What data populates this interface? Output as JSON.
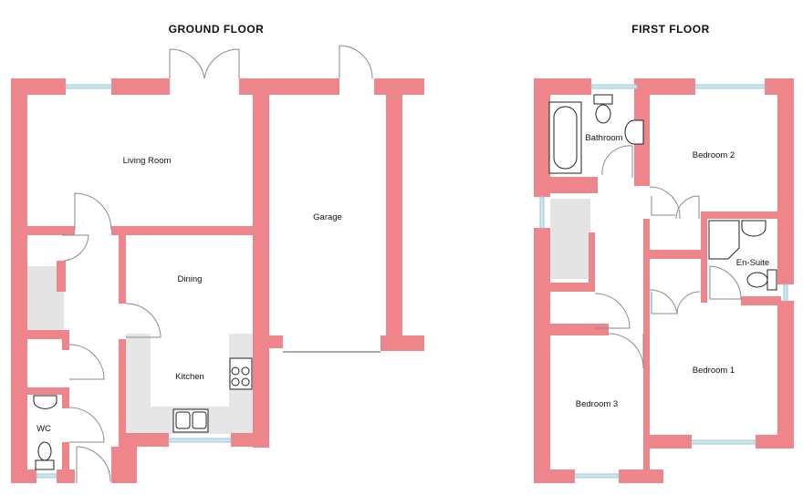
{
  "floors": {
    "ground": {
      "title": "GROUND FLOOR",
      "rooms": {
        "living": "Living Room",
        "garage": "Garage",
        "dining": "Dining",
        "kitchen": "Kitchen",
        "wc": "WC"
      }
    },
    "first": {
      "title": "FIRST FLOOR",
      "rooms": {
        "bathroom": "Bathroom",
        "bedroom2": "Bedroom 2",
        "ensuite": "En-Suite",
        "bedroom1": "Bedroom 1",
        "bedroom3": "Bedroom 3"
      }
    }
  },
  "colors": {
    "wall": "#ee858a",
    "window": "#cfe6ee",
    "counter": "#e6e6e6"
  }
}
